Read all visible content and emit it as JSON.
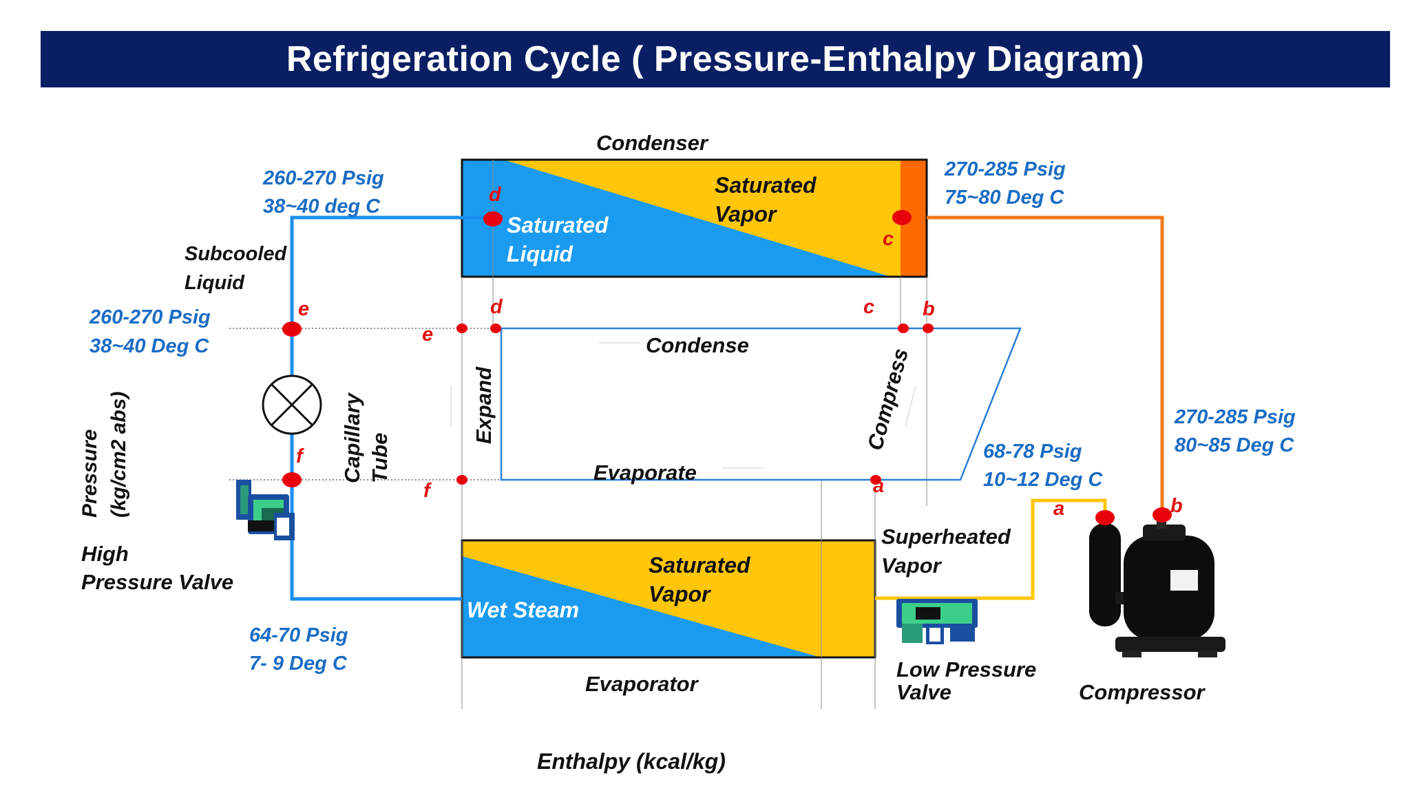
{
  "title": "Refrigeration Cycle ( Pressure-Enthalpy Diagram)",
  "colors": {
    "title_bg": "#0a1f63",
    "liquid_blue": "#1a9bf0",
    "vapor_yellow": "#ffc60a",
    "superheat_orange": "#ff6a00",
    "state_point_red": "#e8000b",
    "pipe_blue": "#1a8ff0",
    "pipe_orange": "#f07a1a",
    "pipe_yellow": "#ffc60a",
    "annotation_blue": "#1a6cc4"
  },
  "axes": {
    "x_label": "Enthalpy (kcal/kg)",
    "y_label_line1": "Pressure",
    "y_label_line2": "(kg/cm2 abs)"
  },
  "components": {
    "condenser": "Condenser",
    "evaporator": "Evaporator",
    "compressor": "Compressor",
    "high_pressure_valve_line1": "High",
    "high_pressure_valve_line2": "Pressure Valve",
    "low_pressure_valve_line1": "Low Pressure",
    "low_pressure_valve_line2": "Valve",
    "capillary_line1": "Capillary",
    "capillary_line2": "Tube"
  },
  "regions": {
    "condenser_liquid_line1": "Saturated",
    "condenser_liquid_line2": "Liquid",
    "condenser_vapor_line1": "Saturated",
    "condenser_vapor_line2": "Vapor",
    "evaporator_wet": "Wet Steam",
    "evaporator_vapor_line1": "Saturated",
    "evaporator_vapor_line2": "Vapor",
    "subcooled_line1": "Subcooled",
    "subcooled_line2": "Liquid",
    "superheated_line1": "Superheated",
    "superheated_line2": "Vapor"
  },
  "processes": {
    "condense": "Condense",
    "evaporate": "Evaporate",
    "expand": "Expand",
    "compress": "Compress"
  },
  "state_points": {
    "a": "a",
    "b": "b",
    "c": "c",
    "d": "d",
    "e": "e",
    "f": "f"
  },
  "conditions": {
    "condenser_inlet_line1": "270-285 Psig",
    "condenser_inlet_line2": "75~80 Deg C",
    "condenser_outlet_line1": "260-270  Psig",
    "condenser_outlet_line2": "38~40 deg C",
    "valve_inlet_line1": "260-270 Psig",
    "valve_inlet_line2": "38~40 Deg C",
    "evaporator_inlet_line1": "64-70 Psig",
    "evaporator_inlet_line2": "7- 9 Deg C",
    "suction_line1": "68-78 Psig",
    "suction_line2": "10~12 Deg C",
    "discharge_line1": "270-285 Psig",
    "discharge_line2": "80~85 Deg C"
  }
}
